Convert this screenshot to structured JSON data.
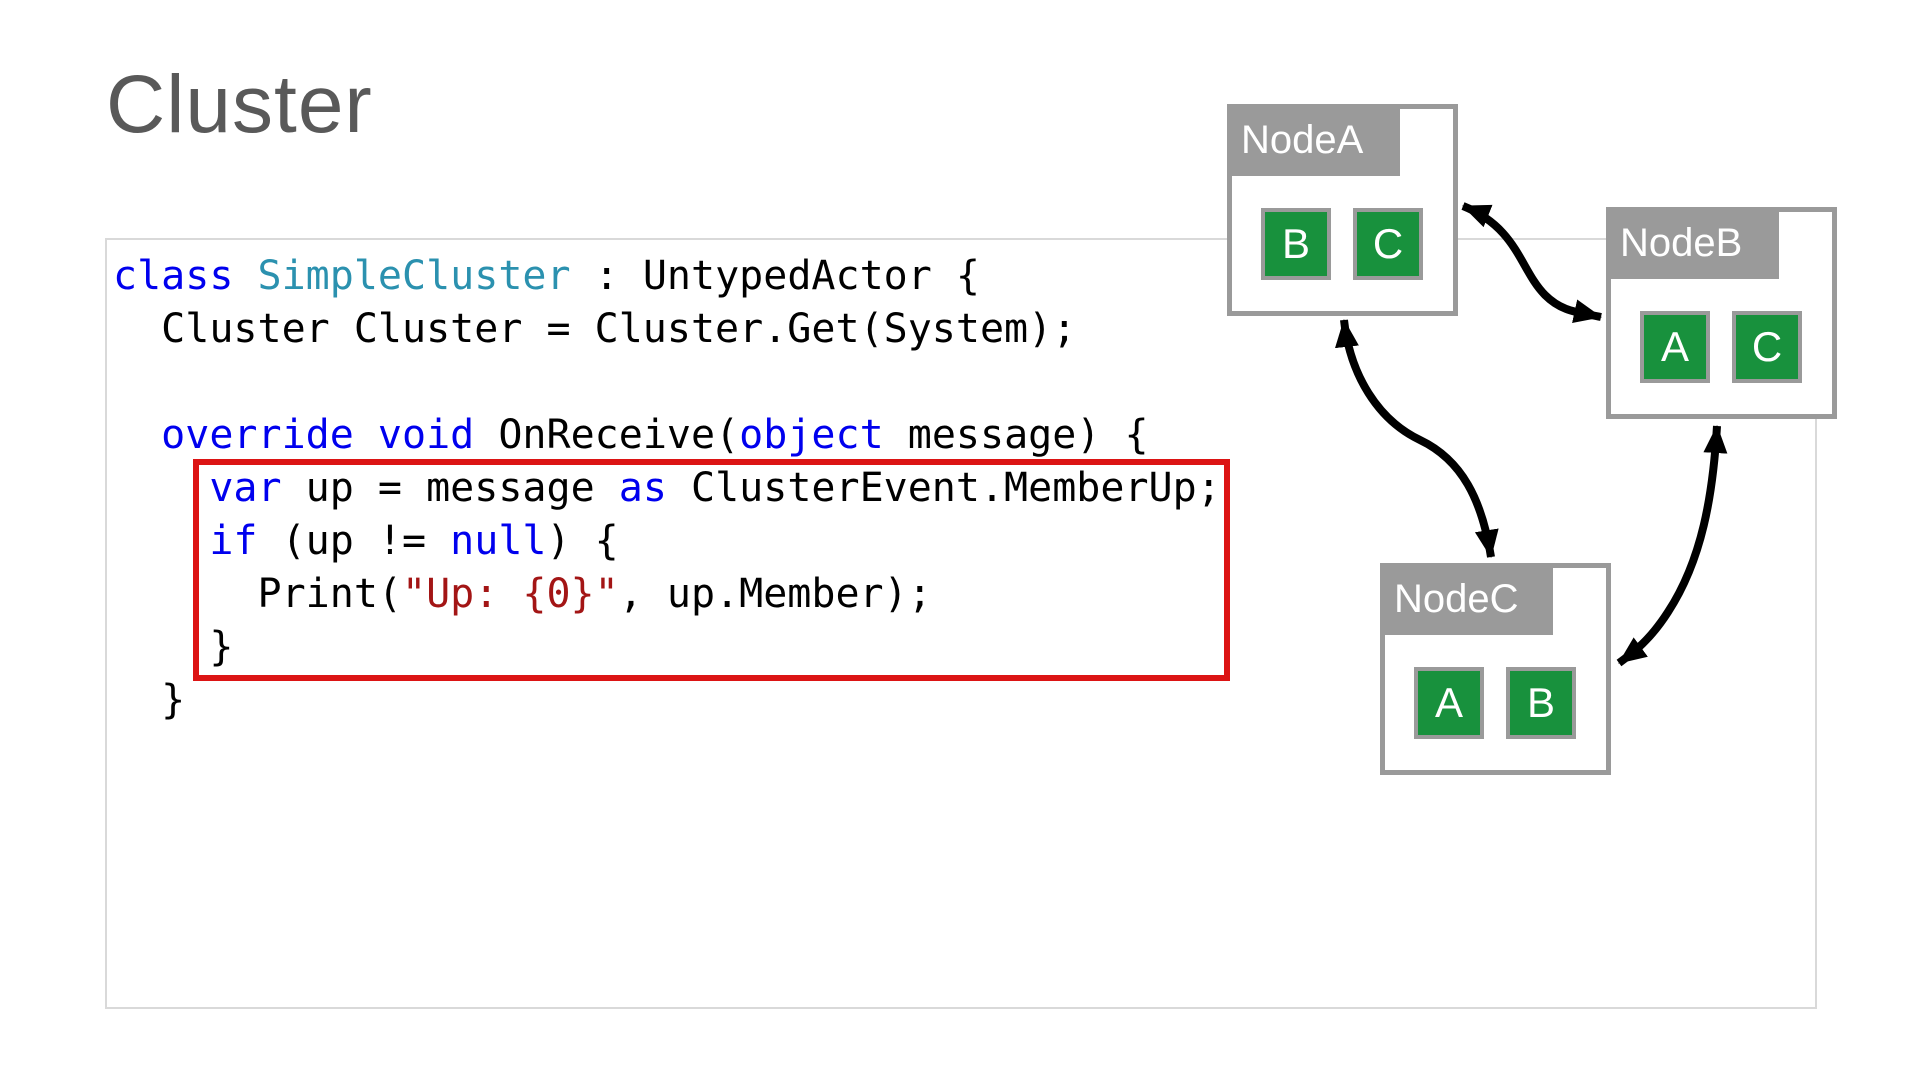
{
  "slide": {
    "title": "Cluster"
  },
  "code": {
    "lines": [
      [
        {
          "t": "class",
          "c": "kw"
        },
        {
          "t": " ",
          "c": "pl"
        },
        {
          "t": "SimpleCluster",
          "c": "type"
        },
        {
          "t": " : UntypedActor {",
          "c": "pl"
        }
      ],
      [
        {
          "t": "  Cluster Cluster = Cluster.Get(System);",
          "c": "pl"
        }
      ],
      [],
      [
        {
          "t": "  ",
          "c": "pl"
        },
        {
          "t": "override",
          "c": "kw"
        },
        {
          "t": " ",
          "c": "pl"
        },
        {
          "t": "void",
          "c": "kw"
        },
        {
          "t": " OnReceive(",
          "c": "pl"
        },
        {
          "t": "object",
          "c": "kw"
        },
        {
          "t": " message) {",
          "c": "pl"
        }
      ],
      [
        {
          "t": "    ",
          "c": "pl"
        },
        {
          "t": "var",
          "c": "kw"
        },
        {
          "t": " up = message ",
          "c": "pl"
        },
        {
          "t": "as",
          "c": "kw"
        },
        {
          "t": " ClusterEvent.MemberUp;",
          "c": "pl"
        }
      ],
      [
        {
          "t": "    ",
          "c": "pl"
        },
        {
          "t": "if",
          "c": "kw"
        },
        {
          "t": " (up != ",
          "c": "pl"
        },
        {
          "t": "null",
          "c": "kw"
        },
        {
          "t": ") {",
          "c": "pl"
        }
      ],
      [
        {
          "t": "      Print(",
          "c": "pl"
        },
        {
          "t": "\"Up: {0}\"",
          "c": "str"
        },
        {
          "t": ", up.Member);",
          "c": "pl"
        }
      ],
      [
        {
          "t": "    }",
          "c": "pl"
        }
      ],
      [
        {
          "t": "  }",
          "c": "pl"
        }
      ]
    ]
  },
  "diagram": {
    "nodes": [
      {
        "name": "NodeA",
        "actors": [
          "B",
          "C"
        ]
      },
      {
        "name": "NodeB",
        "actors": [
          "A",
          "C"
        ]
      },
      {
        "name": "NodeC",
        "actors": [
          "A",
          "B"
        ]
      }
    ]
  },
  "colors": {
    "title_gray": "#595959",
    "panel_border_gray": "#D9D9D9",
    "node_gray": "#9A9A9A",
    "actor_green": "#18913D",
    "highlight_red": "#DC1414",
    "keyword_blue": "#0000EE",
    "type_teal": "#2B91AF",
    "string_dark_red": "#A31515",
    "arrow_black": "#000000"
  }
}
